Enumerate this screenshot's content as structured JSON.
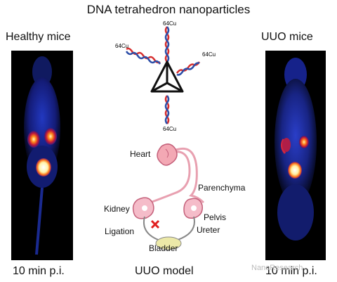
{
  "title": "DNA tetrahedron nanoparticles",
  "left": {
    "heading": "Healthy mice",
    "footer": "10 min p.i."
  },
  "right": {
    "heading": "UUO mice",
    "footer": "10 min p.i."
  },
  "center": {
    "isotope_labels": [
      "64Cu",
      "64Cu",
      "64Cu",
      "64Cu"
    ],
    "model_labels": {
      "heart": "Heart",
      "parenchyma": "Parenchyma",
      "kidney": "Kidney",
      "pelvis": "Pelvis",
      "ligation": "Ligation",
      "ureter": "Ureter",
      "bladder": "Bladder"
    },
    "model_caption": "UUO model"
  },
  "watermark": "NanoResearch",
  "colors": {
    "heart": "#f3a8b4",
    "kidney": "#f5bcc9",
    "bladder": "#ece9a8",
    "ligation": "#e02020",
    "dna_red": "#d62e2e",
    "dna_blue": "#2c4ea8"
  }
}
